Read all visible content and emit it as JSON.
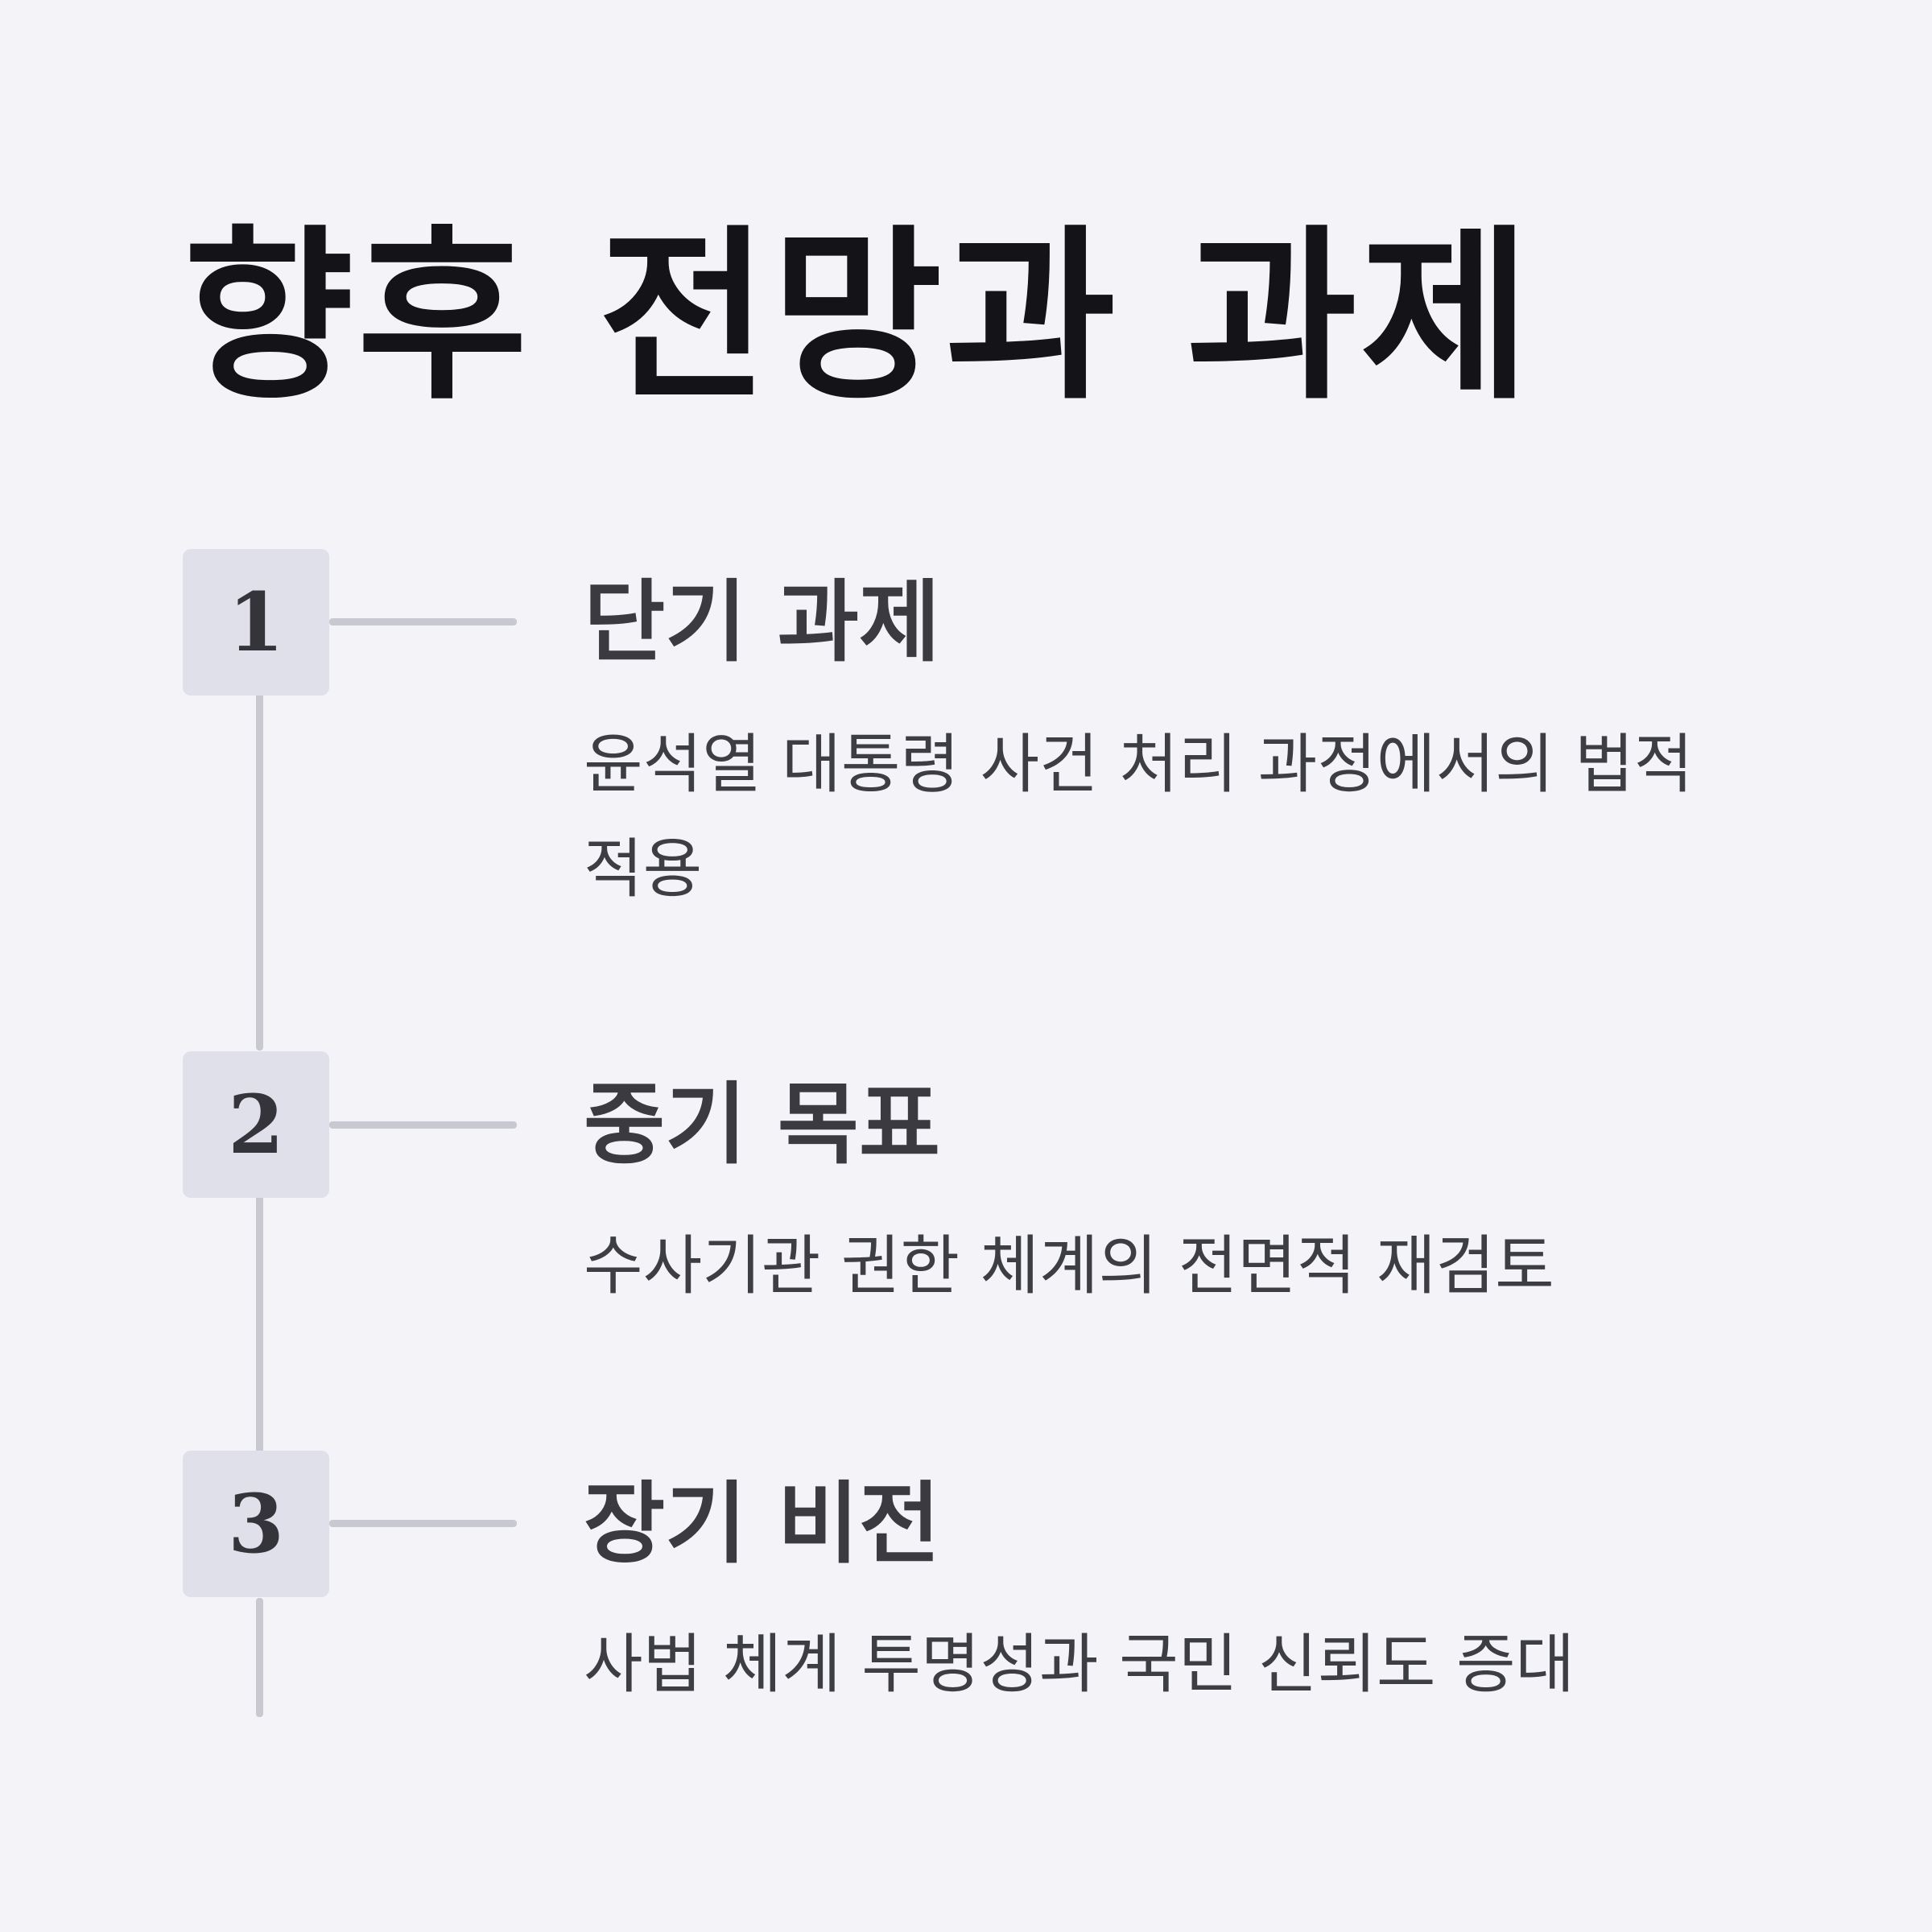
{
  "title": "향후 전망과 과제",
  "steps": [
    {
      "number": "1",
      "heading": "단기 과제",
      "description": "윤석열 대통령 사건 처리 과정에서의 법적 적용"
    },
    {
      "number": "2",
      "heading": "중기 목표",
      "description": "수사기관 권한 체계의 전면적 재검토"
    },
    {
      "number": "3",
      "heading": "장기 비전",
      "description": "사법 체계 투명성과 국민 신뢰도 증대"
    }
  ],
  "colors": {
    "background": "#f3f3f8",
    "title": "#131318",
    "text": "#3a3a40",
    "box": "#e0e0ea",
    "connector": "#c8c8d0"
  }
}
